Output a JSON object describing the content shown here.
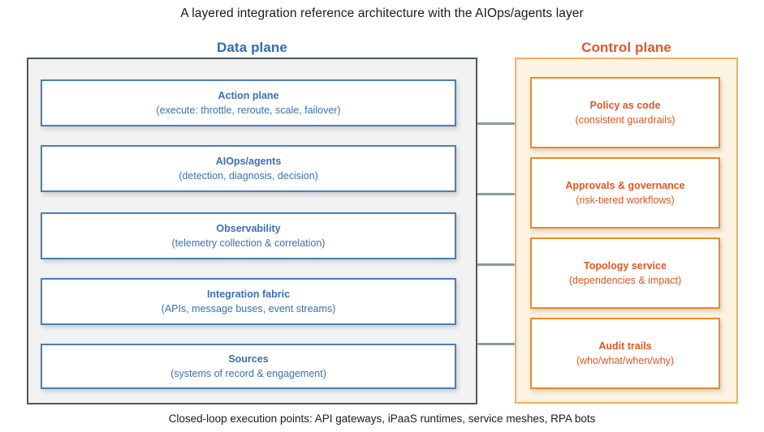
{
  "title": "A layered integration reference architecture with the AIOps/agents layer",
  "footer": "Closed-loop execution points: API gateways, iPaaS runtimes, service meshes, RPA bots",
  "colors": {
    "data_plane_accent": "#2E6DB4",
    "data_plane_box_border": "#4A7EBB",
    "data_plane_panel_border": "#4B5A5F",
    "data_plane_panel_fill": "#F2F2F2",
    "control_plane_accent": "#E1562B",
    "control_plane_box_border": "#ED8B22",
    "control_plane_panel_border": "#F5AE5C",
    "control_plane_panel_fill": "#FDF3E3",
    "connector": "#8A9AA0"
  },
  "data_plane": {
    "header": "Data plane",
    "layers": [
      {
        "title": "Action plane",
        "subtitle": "(execute: throttle, reroute, scale, failover)"
      },
      {
        "title": "AIOps/agents",
        "subtitle": "(detection, diagnosis, decision)"
      },
      {
        "title": "Observability",
        "subtitle": "(telemetry collection & correlation)"
      },
      {
        "title": "Integration fabric",
        "subtitle": "(APIs, message buses, event streams)"
      },
      {
        "title": "Sources",
        "subtitle": "(systems of record & engagement)"
      }
    ]
  },
  "control_plane": {
    "header": "Control plane",
    "layers": [
      {
        "title": "Policy as code",
        "subtitle": "(consistent guardrails)"
      },
      {
        "title": "Approvals & governance",
        "subtitle": "(risk-tiered workflows)"
      },
      {
        "title": "Topology service",
        "subtitle": "(dependencies & impact)"
      },
      {
        "title": "Audit trails",
        "subtitle": "(who/what/when/why)"
      }
    ]
  },
  "connectors": [
    {
      "name": "connector-policy-as-code"
    },
    {
      "name": "connector-approvals-governance"
    },
    {
      "name": "connector-topology-service"
    },
    {
      "name": "connector-audit-trails"
    }
  ]
}
